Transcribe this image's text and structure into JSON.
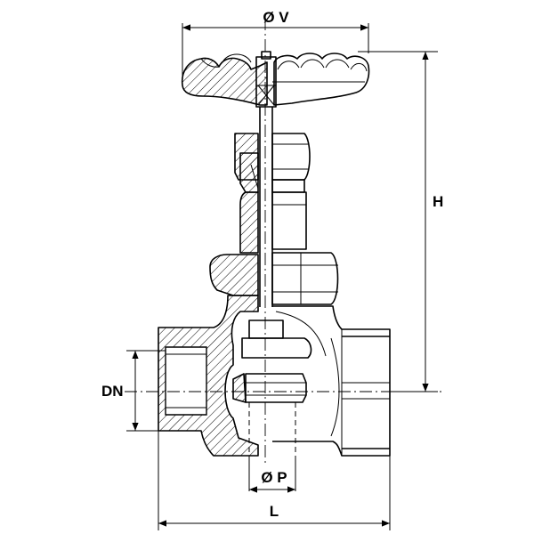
{
  "dimensions": {
    "handwheel_diameter": "Ø V",
    "height": "H",
    "nominal_diameter": "DN",
    "port_diameter": "Ø P",
    "length": "L"
  }
}
